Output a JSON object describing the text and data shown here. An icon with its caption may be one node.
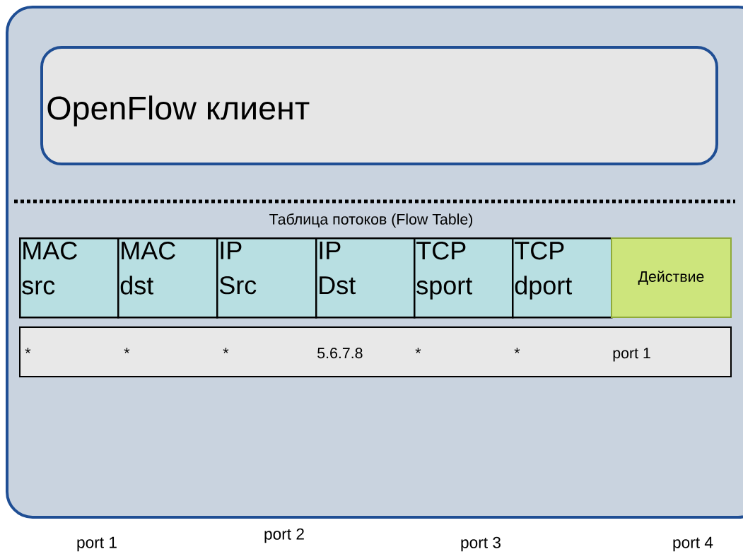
{
  "diagram": {
    "nodes": [
      {
        "text": [],
        "shape": "box"
      },
      {
        "text": [
          "OpenFlow клиент"
        ],
        "in": 0
      },
      {
        "text": [
          "MAC src"
        ],
        "in": 0
      },
      {
        "text": [
          "MAC dst"
        ],
        "in": 0
      },
      {
        "text": [
          "IP Src"
        ],
        "in": 0
      },
      {
        "text": [
          "IP Dst"
        ],
        "in": 0
      },
      {
        "text": [
          "TCP sport"
        ],
        "in": 0
      },
      {
        "text": [
          "TCP dport"
        ],
        "in": 0
      },
      {
        "text": [
          "Действие"
        ],
        "in": 0
      },
      {
        "text": [
          "*",
          "*",
          "*",
          "5.6.7.8",
          "*",
          "*",
          "port 1"
        ],
        "in": 0
      }
    ],
    "labels": [
      "Таблица потоков (Flow Table)",
      "port 1",
      "port 2",
      "port 3",
      "port 4"
    ]
  }
}
